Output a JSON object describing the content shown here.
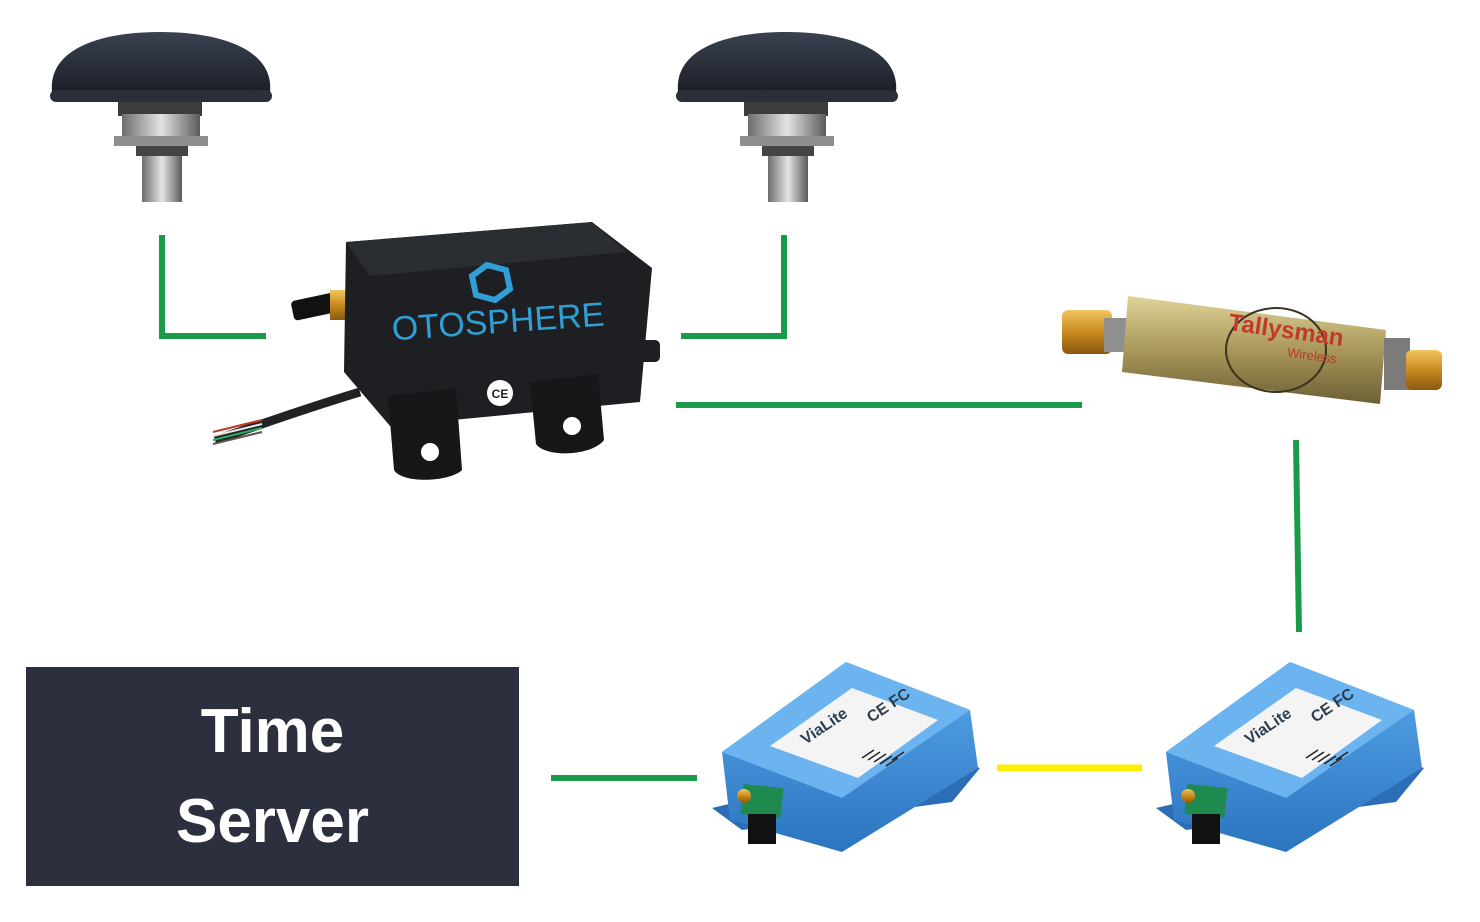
{
  "colors": {
    "link_primary": "#1a9a4a",
    "link_secondary": "#ffee00",
    "server_bg": "#2c2f3d",
    "server_text": "#ffffff",
    "antenna": "#2a2f38",
    "receiver_body": "#1d1f22",
    "splitter_body": "#b9a868",
    "converter_body": "#3f8ed6"
  },
  "devices": {
    "receiver_logo": "OTOSPHERE",
    "receiver_logo_accent": "#2f9fd6",
    "receiver_mark": "CE",
    "splitter_brand": "Tallysman",
    "splitter_sub": "Wireless",
    "converter_brand": "ViaLite",
    "converter_marks": "CE FC"
  },
  "server": {
    "line1": "Time",
    "line2": "Server"
  }
}
